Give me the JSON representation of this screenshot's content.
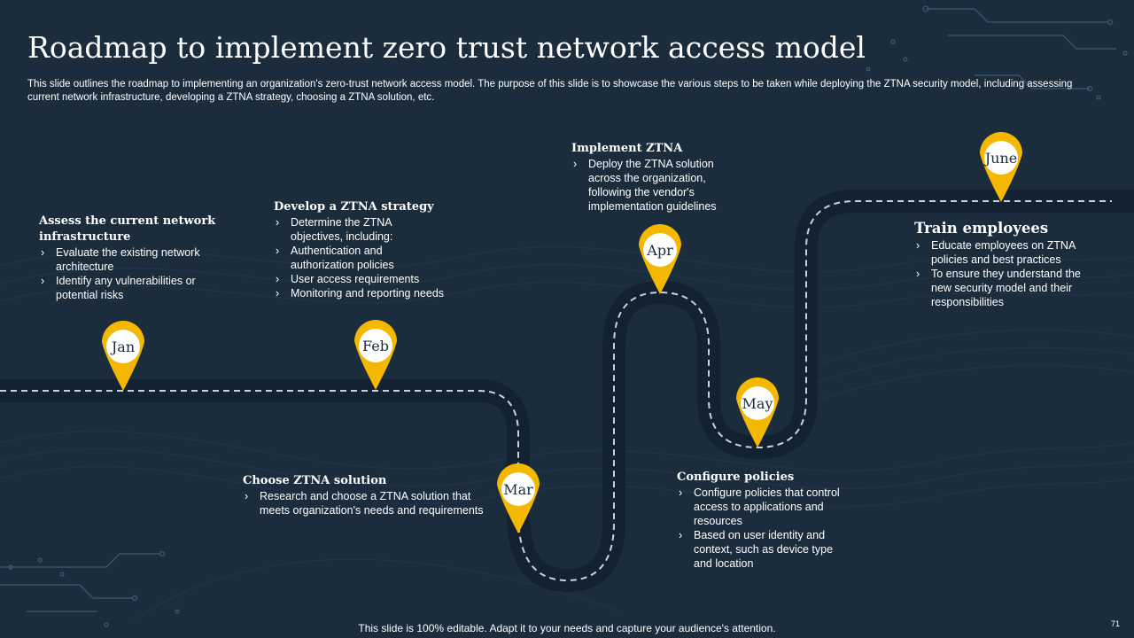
{
  "title": "Roadmap to implement zero trust network access model",
  "subtitle": "This slide outlines the roadmap to implementing an organization's zero-trust network access model. The purpose of this slide is to showcase the various steps to be taken while deploying the ZTNA security model, including assessing current network infrastructure, developing a ZTNA strategy, choosing a ZTNA solution, etc.",
  "milestones": [
    {
      "month": "Jan",
      "heading": "Assess the current network infrastructure",
      "bullets": [
        "Evaluate the existing network architecture",
        "Identify any vulnerabilities or potential risks"
      ]
    },
    {
      "month": "Feb",
      "heading": "Develop a ZTNA strategy",
      "bullets": [
        "Determine the ZTNA objectives, including:",
        "Authentication and authorization policies",
        "User access requirements",
        "Monitoring and reporting needs"
      ]
    },
    {
      "month": "Mar",
      "heading": "Choose ZTNA solution",
      "bullets": [
        "Research and choose a ZTNA solution that meets organization's needs and requirements"
      ]
    },
    {
      "month": "Apr",
      "heading": "Implement ZTNA",
      "bullets": [
        "Deploy the ZTNA solution across the organization, following the vendor's implementation guidelines"
      ]
    },
    {
      "month": "May",
      "heading": "Configure policies",
      "bullets": [
        "Configure policies that control access to applications and resources",
        "Based on user identity and context, such as device type and location"
      ]
    },
    {
      "month": "June",
      "heading": "Train employees",
      "bullets": [
        "Educate employees on ZTNA policies and best practices",
        "To ensure they understand the new security model and their responsibilities"
      ]
    }
  ],
  "footer": "This slide is 100% editable. Adapt it to your needs and capture your audience's attention.",
  "page_number": "71",
  "colors": {
    "background": "#1b2d3d",
    "road": "#142432",
    "pin": "#f5b800",
    "dash": "#c9d2da"
  }
}
